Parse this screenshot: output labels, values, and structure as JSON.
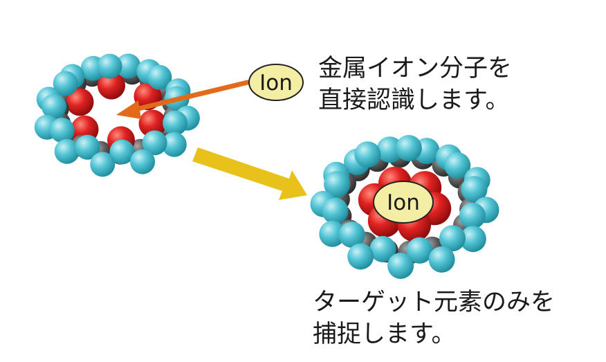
{
  "labels": {
    "ion_free": "Ion",
    "ion_bound": "Ion"
  },
  "captions": {
    "top_line1": "金属イオン分子を",
    "top_line2": "直接認識します。",
    "bottom_line1": "ターゲット元素のみを",
    "bottom_line2": "捕捉します。"
  },
  "colors": {
    "hydrogen": "#4bbfcf",
    "oxygen": "#d71e1e",
    "carbon": "#5a5a5a",
    "ion_fill": "#f4eea5",
    "arrow_orange": "#e46a1b",
    "arrow_yellow": "#e8c21a"
  }
}
